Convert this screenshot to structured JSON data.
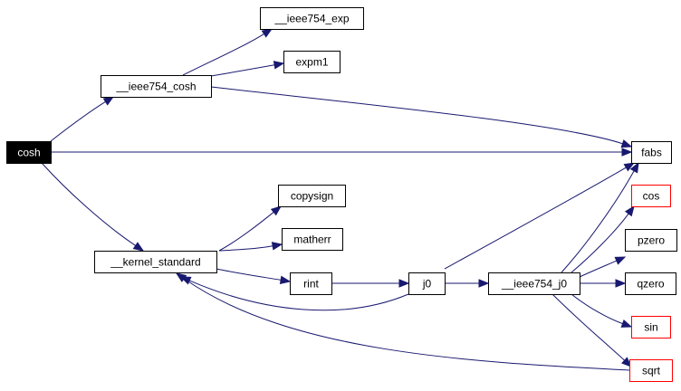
{
  "diagram": {
    "colors": {
      "edge": "#191970",
      "node_border": "#000000",
      "truncated_border": "#ff0000",
      "root_fill": "#000000",
      "root_text": "#ffffff"
    },
    "nodes": [
      {
        "id": "cosh",
        "label": "cosh",
        "style": "root"
      },
      {
        "id": "ieee754_cosh",
        "label": "__ieee754_cosh",
        "style": "normal"
      },
      {
        "id": "ieee754_exp",
        "label": "__ieee754_exp",
        "style": "normal"
      },
      {
        "id": "expm1",
        "label": "expm1",
        "style": "normal"
      },
      {
        "id": "fabs",
        "label": "fabs",
        "style": "normal"
      },
      {
        "id": "kernel_standard",
        "label": "__kernel_standard",
        "style": "normal"
      },
      {
        "id": "copysign",
        "label": "copysign",
        "style": "normal"
      },
      {
        "id": "matherr",
        "label": "matherr",
        "style": "normal"
      },
      {
        "id": "rint",
        "label": "rint",
        "style": "normal"
      },
      {
        "id": "j0",
        "label": "j0",
        "style": "normal"
      },
      {
        "id": "ieee754_j0",
        "label": "__ieee754_j0",
        "style": "normal"
      },
      {
        "id": "cos",
        "label": "cos",
        "style": "truncated"
      },
      {
        "id": "pzero",
        "label": "pzero",
        "style": "normal"
      },
      {
        "id": "qzero",
        "label": "qzero",
        "style": "normal"
      },
      {
        "id": "sin",
        "label": "sin",
        "style": "truncated"
      },
      {
        "id": "sqrt",
        "label": "sqrt",
        "style": "truncated"
      }
    ],
    "edges": [
      {
        "from": "cosh",
        "to": "ieee754_cosh"
      },
      {
        "from": "cosh",
        "to": "fabs"
      },
      {
        "from": "cosh",
        "to": "kernel_standard"
      },
      {
        "from": "ieee754_cosh",
        "to": "ieee754_exp"
      },
      {
        "from": "ieee754_cosh",
        "to": "expm1"
      },
      {
        "from": "ieee754_cosh",
        "to": "fabs"
      },
      {
        "from": "kernel_standard",
        "to": "copysign"
      },
      {
        "from": "kernel_standard",
        "to": "matherr"
      },
      {
        "from": "kernel_standard",
        "to": "rint"
      },
      {
        "from": "rint",
        "to": "j0"
      },
      {
        "from": "j0",
        "to": "kernel_standard"
      },
      {
        "from": "j0",
        "to": "fabs"
      },
      {
        "from": "j0",
        "to": "ieee754_j0"
      },
      {
        "from": "ieee754_j0",
        "to": "fabs"
      },
      {
        "from": "ieee754_j0",
        "to": "cos"
      },
      {
        "from": "ieee754_j0",
        "to": "pzero"
      },
      {
        "from": "ieee754_j0",
        "to": "qzero"
      },
      {
        "from": "ieee754_j0",
        "to": "sin"
      },
      {
        "from": "ieee754_j0",
        "to": "sqrt"
      },
      {
        "from": "sqrt",
        "to": "kernel_standard"
      }
    ]
  }
}
